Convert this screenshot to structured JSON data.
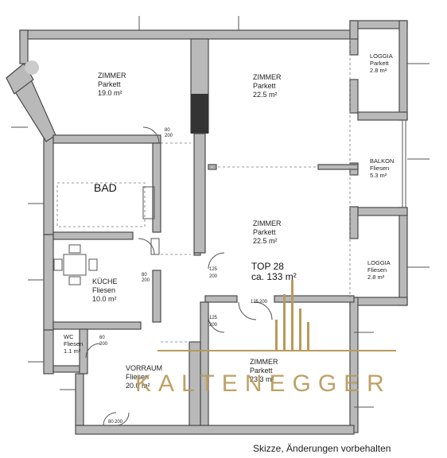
{
  "rooms": {
    "zimmer_nw": {
      "name": "ZIMMER",
      "floor": "Parkett",
      "area": "19.0 m²"
    },
    "zimmer_ne": {
      "name": "ZIMMER",
      "floor": "Parkett",
      "area": "22.5 m²"
    },
    "loggia_top": {
      "name": "LOGGIA",
      "floor": "Parkett",
      "area": "2.8 m²"
    },
    "balkon": {
      "name": "BALKON",
      "floor": "Fliesen",
      "area": "5.3 m²"
    },
    "bad": {
      "name": "BAD"
    },
    "zimmer_center": {
      "name": "ZIMMER",
      "floor": "Parkett",
      "area": "22.5 m²"
    },
    "loggia_bottom": {
      "name": "LOGGIA",
      "floor": "Fliesen",
      "area": "2.8 m²"
    },
    "kueche": {
      "name": "KÜCHE",
      "floor": "Fliesen",
      "area": "10.0 m²"
    },
    "wc": {
      "name": "WC",
      "floor": "Fliesen",
      "area": "1.1 m²"
    },
    "vorraum": {
      "name": "VORRAUM",
      "floor": "Fliesen",
      "area": "20.0 m²"
    },
    "zimmer_se": {
      "name": "ZIMMER",
      "floor": "Parkett",
      "area": "23.3 m²"
    }
  },
  "unit": {
    "name": "TOP 28",
    "area": "ca. 133 m²"
  },
  "doors": {
    "d1": {
      "w": "80",
      "h": "200"
    },
    "d2": {
      "w": "80",
      "h": "200"
    },
    "d3": {
      "w": "125",
      "h": "200"
    },
    "d4": {
      "w": "125",
      "h": "200"
    },
    "d5": {
      "w": "125",
      "h": "200"
    },
    "d6": {
      "w": "60",
      "h": "200"
    },
    "d7": {
      "w": "80",
      "h": "200"
    }
  },
  "brand": {
    "name": "KALTENEGGER",
    "color": "#b99a5a"
  },
  "footer": {
    "note": "Skizze, Änderungen vorbehalten"
  }
}
